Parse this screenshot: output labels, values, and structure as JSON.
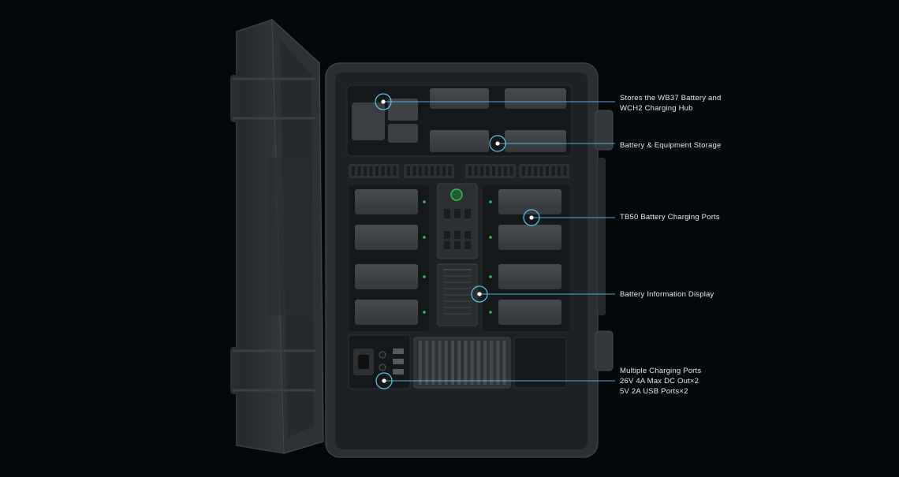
{
  "colors": {
    "background": "#05080a",
    "case_shell": "#2b2f33",
    "case_inner": "#1d2124",
    "battery": "#3d4145",
    "accent_line": "#5fc6ec",
    "status_led": "#2fbf5a",
    "label_text": "#e6eaed"
  },
  "callouts": [
    {
      "lines": [
        "Stores the WB37 Battery and",
        "WCH2 Charging Hub"
      ]
    },
    {
      "lines": [
        "Battery & Equipment Storage"
      ]
    },
    {
      "lines": [
        "TB50 Battery Charging Ports"
      ]
    },
    {
      "lines": [
        "Battery Information Display"
      ]
    },
    {
      "lines": [
        "Multiple Charging Ports",
        "26V 4A Max DC Out×2",
        "5V 2A USB Ports×2"
      ]
    }
  ]
}
